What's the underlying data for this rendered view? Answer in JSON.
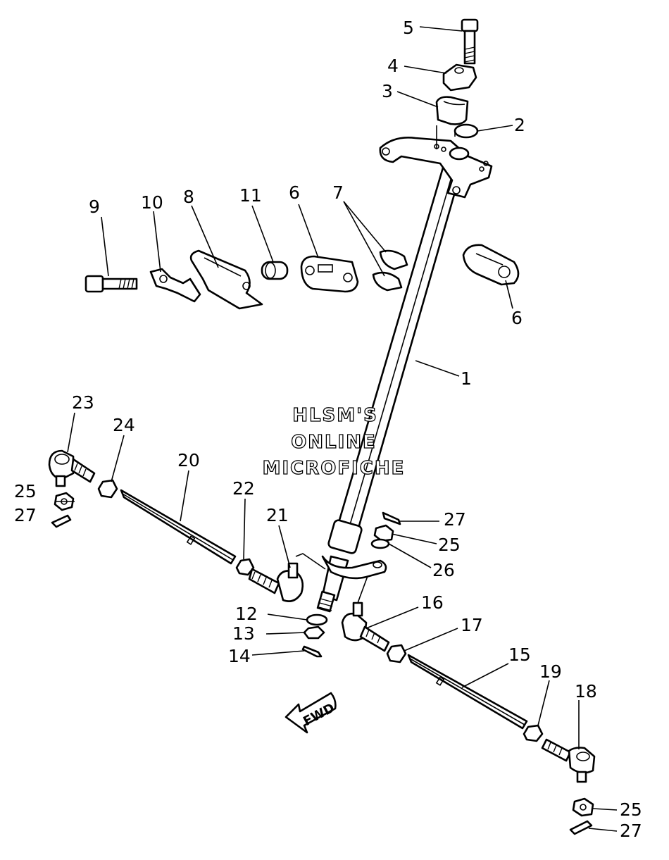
{
  "watermark": {
    "line1": "HLSM'S",
    "line2": "ONLINE",
    "line3": "MICROFICHE"
  },
  "direction_label": "FWD",
  "callouts": {
    "c1": "1",
    "c2": "2",
    "c3": "3",
    "c4": "4",
    "c5": "5",
    "c6a": "6",
    "c6b": "6",
    "c7": "7",
    "c8": "8",
    "c9": "9",
    "c10": "10",
    "c11": "11",
    "c12": "12",
    "c13": "13",
    "c14": "14",
    "c15": "15",
    "c16": "16",
    "c17": "17",
    "c18": "18",
    "c19": "19",
    "c20": "20",
    "c21": "21",
    "c22": "22",
    "c23": "23",
    "c24": "24",
    "c25a": "25",
    "c25b": "25",
    "c25c": "25",
    "c26": "26",
    "c27a": "27",
    "c27b": "27",
    "c27c": "27"
  }
}
